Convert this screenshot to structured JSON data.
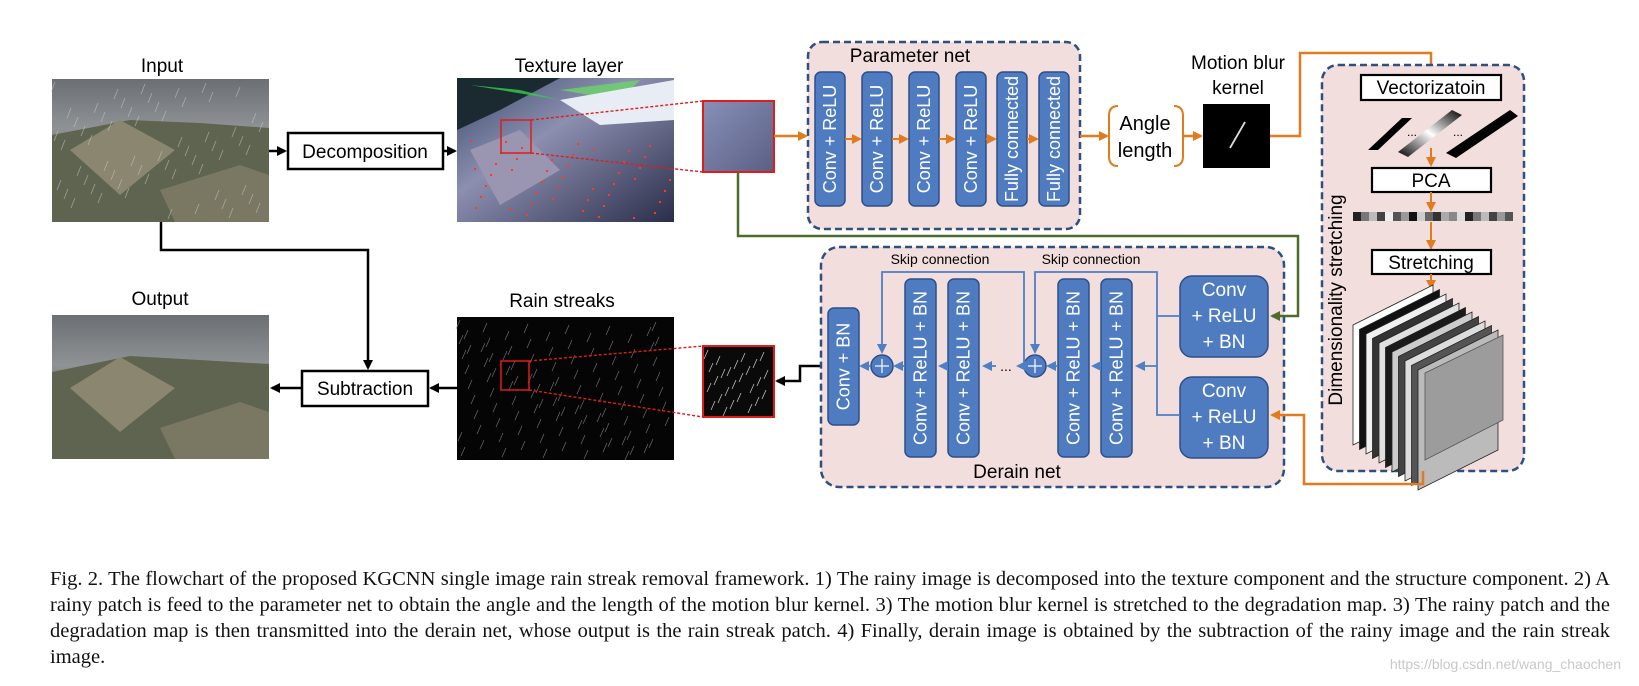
{
  "labels": {
    "input": "Input",
    "texture_layer": "Texture layer",
    "output": "Output",
    "rain_streaks": "Rain streaks",
    "decomposition": "Decomposition",
    "subtraction": "Subtraction",
    "parameter_net": "Parameter net",
    "motion_blur_1": "Motion blur",
    "motion_blur_2": "kernel",
    "angle": "Angle",
    "length": "length",
    "vectorization": "Vectorizatoin",
    "pca": "PCA",
    "stretching": "Stretching",
    "dim_stretching": "Dimensionality stretching",
    "derain_net": "Derain net",
    "skip_left": "Skip connection",
    "skip_right": "Skip connection",
    "ellipsis": "…",
    "dots": "...",
    "cap_conv": "Conv",
    "cap_relu": "+ ReLU",
    "cap_bn": "+ BN"
  },
  "param_layers": [
    "Conv + ReLU",
    "Conv + ReLU",
    "Conv + ReLU",
    "Conv + ReLU",
    "Fully connected",
    "Fully connected"
  ],
  "derain_layers": [
    "Conv + BN",
    "Conv + ReLU + BN",
    "Conv + ReLU + BN",
    "Conv + ReLU + BN",
    "Conv + ReLU + BN"
  ],
  "caption": "Fig. 2.  The flowchart of the proposed KGCNN single image rain streak removal framework. 1) The rainy image is decomposed into the texture component and the structure component. 2) A rainy patch is feed to the parameter net to obtain the angle and the length of the motion blur kernel. 3) The motion blur kernel is stretched to the degradation map. 3) The rainy patch and the degradation map is then transmitted into the derain net, whose output is the rain streak patch. 4) Finally, derain image is obtained by the subtraction of the rainy image and the rain streak image.",
  "watermark": "https://blog.csdn.net/wang_chaochen",
  "colors": {
    "block_blue": "#4f7cc0",
    "panel_pink": "#f3dede",
    "panel_border": "#2f4f7f",
    "orange": "#e07b1f",
    "green": "#4e6b2e",
    "red": "#e01c1c",
    "light_blue": "#4f7fc4"
  }
}
